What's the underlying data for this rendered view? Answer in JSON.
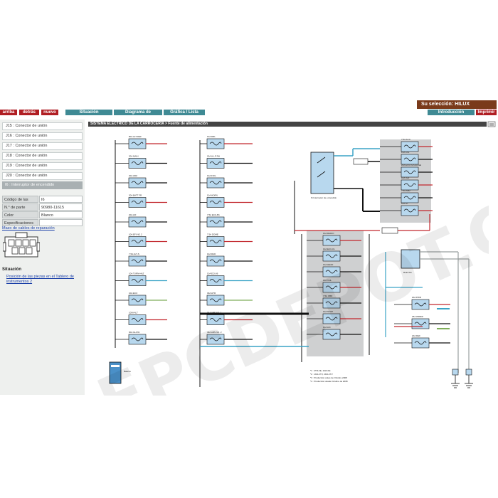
{
  "selection": {
    "label": "Su selección: HILUX"
  },
  "nav": {
    "arriba": "arriba",
    "detras": "detrás",
    "nuevo": "nuevo"
  },
  "tabs": {
    "situacion": "Situación",
    "diagrama": "Diagrama de conexiones",
    "grafica": "Gráfica / Lista"
  },
  "right_buttons": {
    "introduccion": "Introducción",
    "imprimir": "Imprimir"
  },
  "connectors": [
    "J15 : Conector de unión",
    "J16 : Conector de unión",
    "J17 : Conector de unión",
    "J18 : Conector de unión",
    "J19 : Conector de unión",
    "J20 : Conector de unión"
  ],
  "selected_connector": "I6 : Interruptor de encendido",
  "part_info": {
    "codigo_label": "Código de las partes",
    "codigo_value": "I6",
    "numero_label": "N.° de parte",
    "numero_value": "90980-11615",
    "color_label": "Color",
    "color_value": "Blanco",
    "especificaciones_label": "Especificaciones",
    "especificaciones_value": "",
    "mazo_link": "Mazo de cables de reparación"
  },
  "situacion": {
    "heading": "Situación",
    "link": "Posición de las piezas en el Tablero de instrumentos 2"
  },
  "diagram": {
    "header": "SISTEMA ELÉCTRICO DE LA CARROCERÍA > Fuente de alimentación",
    "watermark": "EPCDEPOT.COM",
    "fuses_left": [
      "80A ALT-DEF",
      "30A MAIN",
      "20A AM2",
      "30A BATT FR",
      "20A A/F",
      "10A EFI NO.2",
      "7.5A ALT-S",
      "10A TURN-HAZ",
      "10A ECU",
      "100A ALT",
      "60A GLOW"
    ],
    "fuses_mid": [
      "10A DRL",
      "20A H-LP RH",
      "10A FOG",
      "10A HORN",
      "7.5A ECU-B1",
      "7.5A DOME",
      "10A RAD",
      "10A ECU-B",
      "30A HTR",
      "15A ABS NO. 1",
      "40A ABS NO. 2"
    ],
    "fuses_right_top": [
      "7.5A ACC",
      "15A CIG",
      "20A ECU-IG/GAUGE",
      "10A IGN",
      "7.5A AM2",
      "10A ST"
    ],
    "fuses_mid_right": [
      "10A RADIO",
      "10A ECU-IG",
      "10A HEAD",
      "10A TAIL",
      "7.5A OBD",
      "10A STOP",
      "10A A/C"
    ],
    "fuses_far_right": [
      "20A PWR",
      "25A WIPER",
      "20A DEF"
    ],
    "switch_label": "I6 Interruptor de encendido",
    "relay_label": "Relé IG1",
    "battery_label": "Batería",
    "notes": [
      "*1 : 2TR-FE, 1GR-FE",
      "*2 : 1KD-FTV, 2KD-FTV",
      "*3 : Producción antes de Octubre 2008",
      "*4 : Producción desde Octubre de 2008"
    ]
  }
}
